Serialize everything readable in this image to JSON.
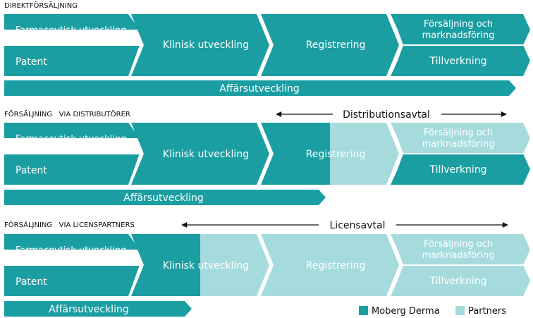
{
  "colors": {
    "moberg": "#1b9ea2",
    "partner": "#a6dbdd",
    "text_dark": "#111111"
  },
  "section1": {
    "title": "DIREKTFÖRSÄLJNING",
    "farmaceutisk": "Farmacevtisk utveckling",
    "patent": "Patent",
    "klinisk": "Klinisk utveckling",
    "registrering": "Registrering",
    "forsaljning_1": "Försäljning och",
    "forsaljning_2": "marknadsföring",
    "tillverkning": "Tillverkning",
    "affars": "Affärsutveckling"
  },
  "section2": {
    "title": "FÖRSÄLJNING   VIA DISTRIBUTÖRER",
    "agreement": "Distributionsavtal",
    "farmaceutisk": "Farmacevtisk utveckling",
    "patent": "Patent",
    "klinisk": "Klinisk utveckling",
    "registrering": "Registrering",
    "forsaljning_1": "Försäljning och",
    "forsaljning_2": "marknadsföring",
    "tillverkning": "Tillverkning",
    "affars": "Affärsutveckling"
  },
  "section3": {
    "title": "FÖRSÄLJNING   VIA LICENSPARTNERS",
    "agreement": "Licensavtal",
    "farmaceutisk": "Farmacevtisk utveckling",
    "patent": "Patent",
    "klinisk": "Klinisk utveckling",
    "registrering": "Registrering",
    "forsaljning_1": "Försäljning och",
    "forsaljning_2": "marknadsföring",
    "tillverkning": "Tillverkning",
    "affars": "Affärsutveckling"
  },
  "legend": {
    "moberg": "Moberg Derma",
    "partners": "Partners"
  }
}
